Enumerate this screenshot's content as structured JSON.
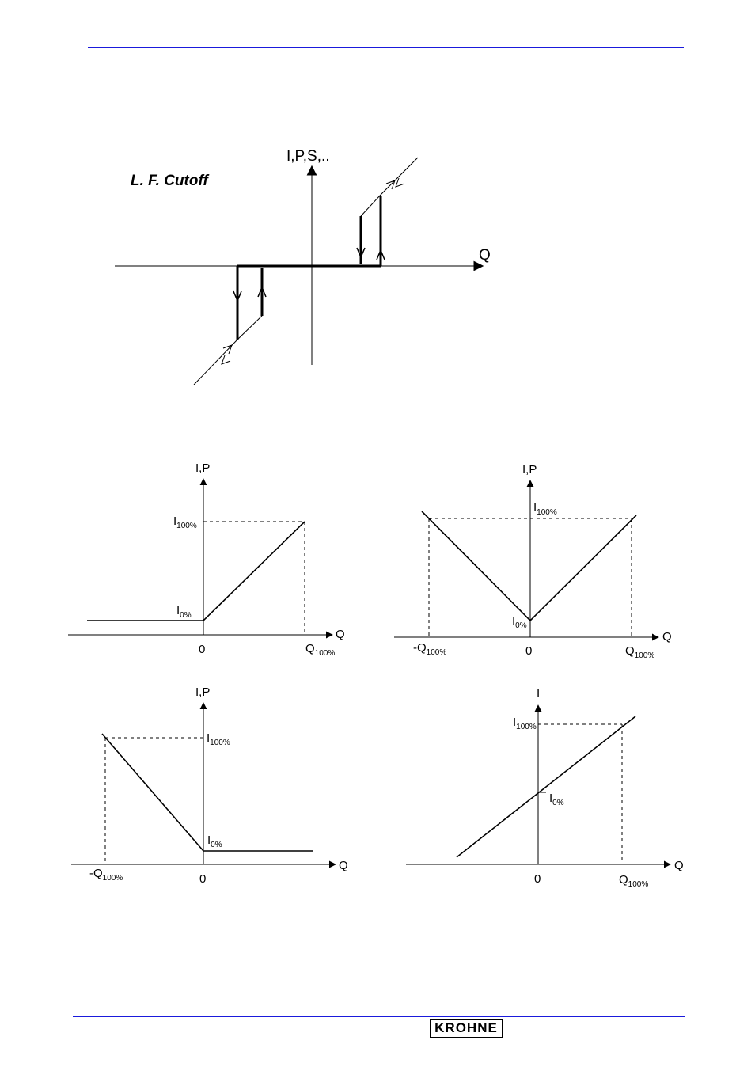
{
  "cutoff": {
    "title": "L. F. Cutoff",
    "y_axis": "I,P,S,..",
    "x_axis": "Q"
  },
  "g1": {
    "y_axis": "I,P",
    "x_axis": "Q",
    "zero": "0",
    "I100_main": "I",
    "I100_sub": "100%",
    "I0_main": "I",
    "I0_sub": "0%",
    "Q100_main": "Q",
    "Q100_sub": "100%"
  },
  "g2": {
    "y_axis": "I,P",
    "x_axis": "Q",
    "zero": "0",
    "I100_main": "I",
    "I100_sub": "100%",
    "I0_main": "I",
    "I0_sub": "0%",
    "Qneg_main": "-Q",
    "Qneg_sub": "100%",
    "Q100_main": "Q",
    "Q100_sub": "100%"
  },
  "g3": {
    "y_axis": "I,P",
    "x_axis": "Q",
    "zero": "0",
    "I100_main": "I",
    "I100_sub": "100%",
    "I0_main": "I",
    "I0_sub": "0%",
    "Qneg_main": "-Q",
    "Qneg_sub": "100%"
  },
  "g4": {
    "y_axis": "I",
    "x_axis": "Q",
    "zero": "0",
    "I100_main": "I",
    "I100_sub": "100%",
    "I0_main": "I",
    "I0_sub": "0%",
    "Q100_main": "Q",
    "Q100_sub": "100%"
  },
  "footer": {
    "logo": "KROHNE"
  }
}
